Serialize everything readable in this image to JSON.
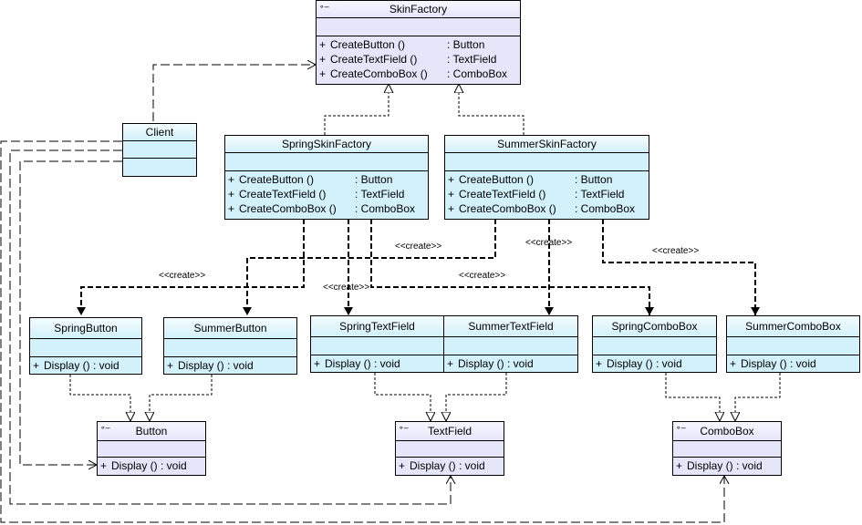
{
  "relation_label": "<<create>>",
  "classes": {
    "skin_factory": {
      "name": "SkinFactory",
      "icon": "interface-icon",
      "ops": [
        {
          "vis": "+",
          "sig": "CreateButton ()",
          "ret": ": Button"
        },
        {
          "vis": "+",
          "sig": "CreateTextField ()",
          "ret": ": TextField"
        },
        {
          "vis": "+",
          "sig": "CreateComboBox ()",
          "ret": ": ComboBox"
        }
      ]
    },
    "client": {
      "name": "Client"
    },
    "spring_skin_factory": {
      "name": "SpringSkinFactory",
      "ops": [
        {
          "vis": "+",
          "sig": "CreateButton ()",
          "ret": ": Button"
        },
        {
          "vis": "+",
          "sig": "CreateTextField ()",
          "ret": ": TextField"
        },
        {
          "vis": "+",
          "sig": "CreateComboBox ()",
          "ret": ": ComboBox"
        }
      ]
    },
    "summer_skin_factory": {
      "name": "SummerSkinFactory",
      "ops": [
        {
          "vis": "+",
          "sig": "CreateButton ()",
          "ret": ": Button"
        },
        {
          "vis": "+",
          "sig": "CreateTextField ()",
          "ret": ": TextField"
        },
        {
          "vis": "+",
          "sig": "CreateComboBox ()",
          "ret": ": ComboBox"
        }
      ]
    },
    "spring_button": {
      "name": "SpringButton",
      "ops": [
        {
          "vis": "+",
          "sig": "Display ()",
          "ret": ": void"
        }
      ]
    },
    "summer_button": {
      "name": "SummerButton",
      "ops": [
        {
          "vis": "+",
          "sig": "Display ()",
          "ret": ": void"
        }
      ]
    },
    "spring_text_field": {
      "name": "SpringTextField",
      "ops": [
        {
          "vis": "+",
          "sig": "Display ()",
          "ret": ": void"
        }
      ]
    },
    "summer_text_field": {
      "name": "SummerTextField",
      "ops": [
        {
          "vis": "+",
          "sig": "Display ()",
          "ret": ": void"
        }
      ]
    },
    "spring_combo_box": {
      "name": "SpringComboBox",
      "ops": [
        {
          "vis": "+",
          "sig": "Display ()",
          "ret": ": void"
        }
      ]
    },
    "summer_combo_box": {
      "name": "SummerComboBox",
      "ops": [
        {
          "vis": "+",
          "sig": "Display ()",
          "ret": ": void"
        }
      ]
    },
    "button": {
      "name": "Button",
      "icon": "interface-icon",
      "ops": [
        {
          "vis": "+",
          "sig": "Display ()",
          "ret": ": void"
        }
      ]
    },
    "text_field": {
      "name": "TextField",
      "icon": "interface-icon",
      "ops": [
        {
          "vis": "+",
          "sig": "Display ()",
          "ret": ": void"
        }
      ]
    },
    "combo_box": {
      "name": "ComboBox",
      "icon": "interface-icon",
      "ops": [
        {
          "vis": "+",
          "sig": "Display ()",
          "ret": ": void"
        }
      ]
    }
  }
}
